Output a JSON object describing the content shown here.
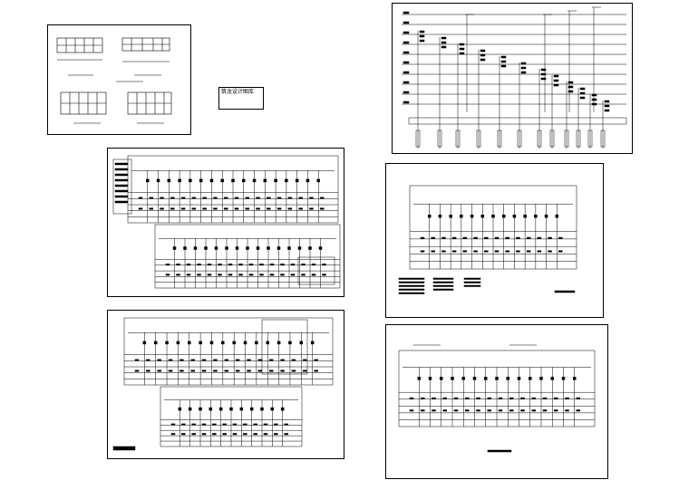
{
  "canvas_background": "#ffffff",
  "line_color": "#000000",
  "stamp": {
    "title": "筑龙设计图库",
    "lines": [
      "",
      "",
      ""
    ]
  },
  "sheets": [
    {
      "id": "plan-set",
      "kind": "floor-plans",
      "panels": 4
    },
    {
      "id": "riser-diagram",
      "kind": "riser",
      "drops": 12,
      "floor_lines": 10
    },
    {
      "id": "panel-schedule-a",
      "kind": "schedule",
      "tables": 2
    },
    {
      "id": "panel-schedule-b",
      "kind": "schedule",
      "tables": 2
    },
    {
      "id": "panel-schedule-c",
      "kind": "schedule",
      "tables": 1
    },
    {
      "id": "panel-schedule-d",
      "kind": "schedule",
      "tables": 1
    }
  ]
}
